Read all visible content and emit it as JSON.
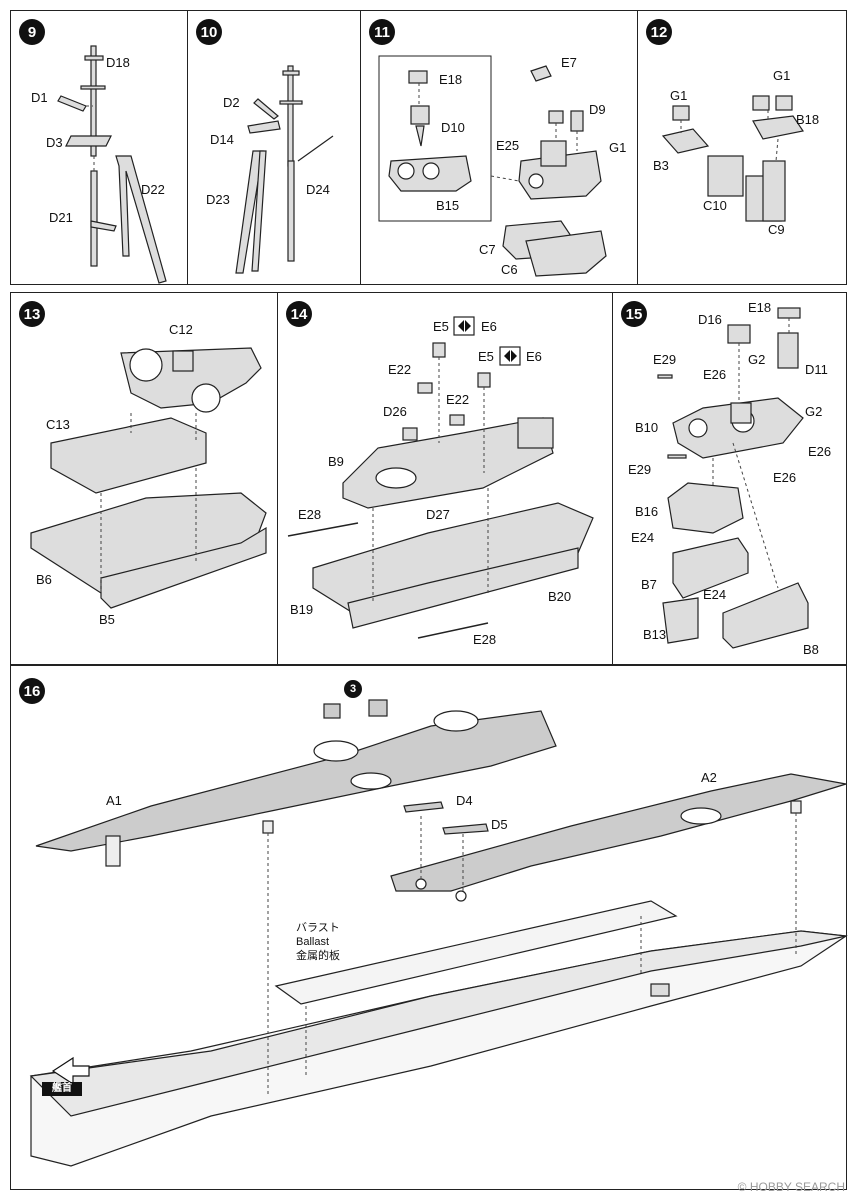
{
  "steps": {
    "s9": {
      "number": "9",
      "labels": [
        "D18",
        "D1",
        "D3",
        "D22",
        "D21"
      ]
    },
    "s10": {
      "number": "10",
      "labels": [
        "D2",
        "D14",
        "D23",
        "D24"
      ]
    },
    "s11": {
      "number": "11",
      "labels": [
        "E18",
        "D10",
        "B15",
        "E7",
        "D9",
        "E25",
        "G1",
        "C7",
        "C6"
      ]
    },
    "s12": {
      "number": "12",
      "labels": [
        "G1",
        "G1",
        "B18",
        "B3",
        "C10",
        "C9"
      ]
    },
    "s13": {
      "number": "13",
      "labels": [
        "C12",
        "C13",
        "B6",
        "B5"
      ]
    },
    "s14": {
      "number": "14",
      "labels": [
        "E5",
        "E6",
        "E5",
        "E6",
        "E22",
        "E22",
        "D26",
        "B9",
        "D27",
        "E28",
        "B19",
        "B20",
        "E28"
      ]
    },
    "s15": {
      "number": "15",
      "labels": [
        "E18",
        "D16",
        "D11",
        "E29",
        "G2",
        "E26",
        "B10",
        "G2",
        "E26",
        "E29",
        "E26",
        "B16",
        "E24",
        "B7",
        "E24",
        "B13",
        "B8"
      ]
    },
    "s16": {
      "number": "16",
      "ref": "3",
      "labels": [
        "A1",
        "D4",
        "D5",
        "A2"
      ],
      "ballast": [
        "バラスト",
        "Ballast",
        "金属的板"
      ],
      "bow": "艦首"
    }
  },
  "watermark": {
    "brand": "HOBBY SEARCH",
    "prefix": "©"
  }
}
